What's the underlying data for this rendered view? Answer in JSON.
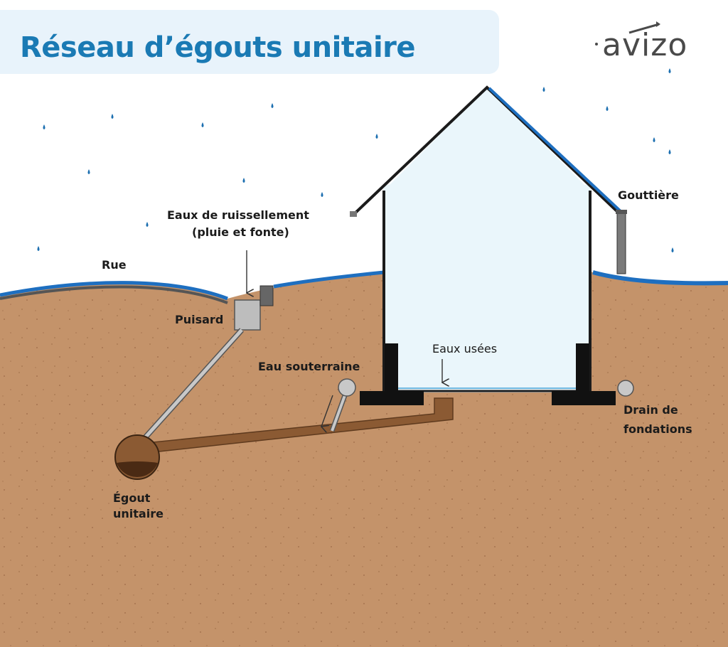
{
  "title": "Réseau d’égouts unitaire",
  "logo": {
    "text": "avizo",
    "icon": "avizo-logo-icon"
  },
  "labels": {
    "rue": "Rue",
    "runoff_line1": "Eaux de ruissellement",
    "runoff_line2": "(pluie et fonte)",
    "puisard": "Puisard",
    "gouttiere": "Gouttière",
    "eaux_usees": "Eaux usées",
    "eau_souterraine": "Eau souterraine",
    "drain_line1": "Drain de",
    "drain_line2": "fondations",
    "egout_line1": "Égout",
    "egout_line2": "unitaire"
  },
  "colors": {
    "title": "#1a7ab4",
    "title_bg": "#e8f3fb",
    "soil": "#c4936a",
    "pipe": "#8b5a33",
    "rain": "#1c6fb0",
    "roof": "#1e6fc0",
    "house_fill": "#eaf6fb",
    "gray": "#9a9a9a"
  }
}
